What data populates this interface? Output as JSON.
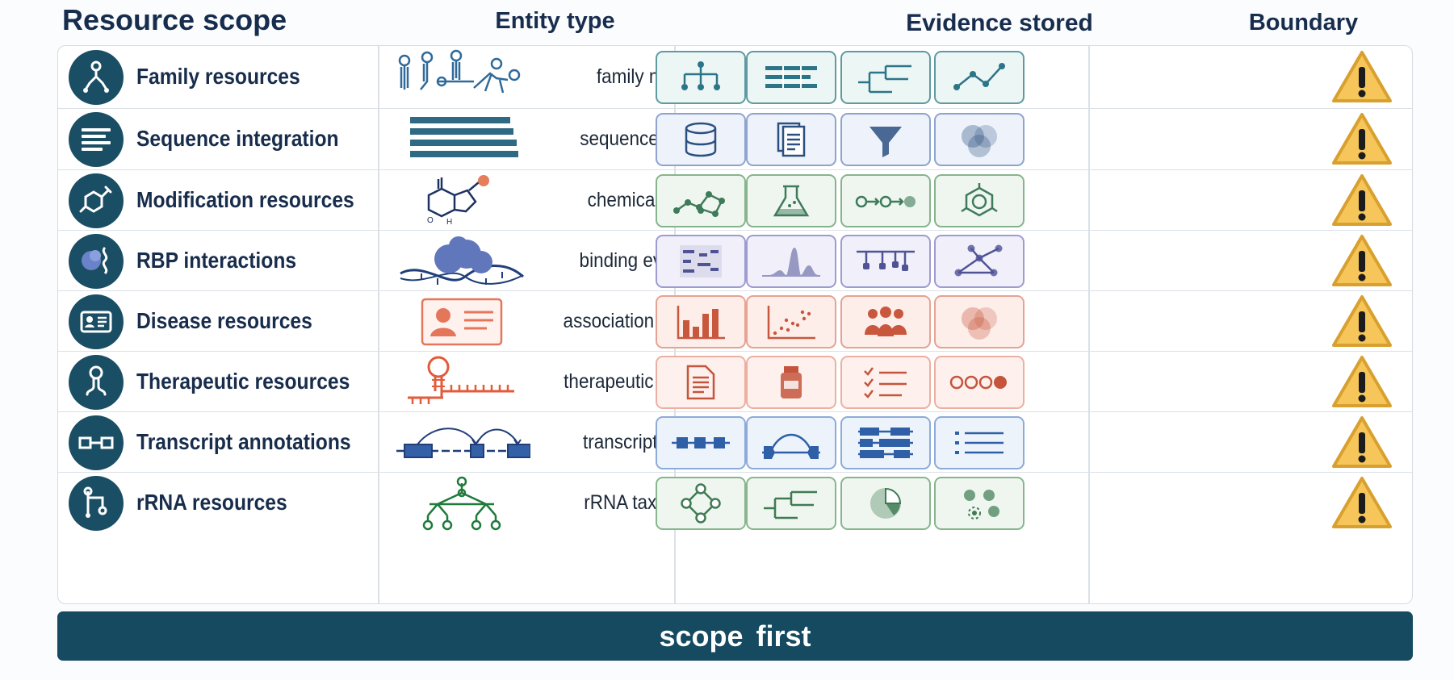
{
  "headers": {
    "resource_scope": "Resource scope",
    "entity_type": "Entity type",
    "evidence_stored": "Evidence stored",
    "boundary": "Boundary"
  },
  "rows": [
    {
      "label": "Family resources",
      "entity": "family model",
      "badge_icon": "rna-hairpin-icon",
      "entity_icon": "rna-secondary-structures-icon",
      "evidence_icons": [
        "hierarchy-tree-icon",
        "aligned-sequences-icon",
        "phylogeny-tree-icon",
        "line-trend-icon"
      ],
      "boundary_icon": "warning-icon"
    },
    {
      "label": "Sequence integration",
      "entity": "sequence record",
      "badge_icon": "list-lines-icon",
      "entity_icon": "stacked-sequences-icon",
      "evidence_icons": [
        "database-icon",
        "documents-icon",
        "filter-funnel-icon",
        "venn-overlap-icon"
      ],
      "boundary_icon": "warning-icon"
    },
    {
      "label": "Modification resources",
      "entity": "chemical entity",
      "badge_icon": "molecule-ring-icon",
      "entity_icon": "chemical-structure-icon",
      "evidence_icons": [
        "molecule-network-icon",
        "flask-icon",
        "reaction-chain-icon",
        "benzene-ring-icon"
      ],
      "boundary_icon": "warning-icon"
    },
    {
      "label": "RBP interactions",
      "entity": "binding evidence",
      "badge_icon": "protein-rna-icon",
      "entity_icon": "protein-on-rna-icon",
      "evidence_icons": [
        "gel-bands-icon",
        "signal-peak-icon",
        "binding-sites-icon",
        "interaction-network-icon"
      ],
      "boundary_icon": "warning-icon"
    },
    {
      "label": "Disease resources",
      "entity": "association evidence",
      "badge_icon": "id-card-icon",
      "entity_icon": "patient-card-icon",
      "evidence_icons": [
        "bar-chart-icon",
        "scatter-plot-icon",
        "population-icon",
        "venn-overlap-icon"
      ],
      "boundary_icon": "warning-icon"
    },
    {
      "label": "Therapeutic resources",
      "entity": "therapeutic molecule",
      "badge_icon": "hairpin-molecule-icon",
      "entity_icon": "rna-drug-icon",
      "evidence_icons": [
        "document-icon",
        "medicine-bottle-icon",
        "checklist-icon",
        "dots-progress-icon"
      ],
      "boundary_icon": "warning-icon"
    },
    {
      "label": "Transcript annotations",
      "entity": "transcript model",
      "badge_icon": "exon-link-icon",
      "entity_icon": "splicing-model-icon",
      "evidence_icons": [
        "exon-track-icon",
        "splice-junction-icon",
        "isoform-stack-icon",
        "feature-list-icon"
      ],
      "boundary_icon": "warning-icon"
    },
    {
      "label": "rRNA resources",
      "entity": "rRNA taxonomy",
      "badge_icon": "branch-icon",
      "entity_icon": "taxonomy-tree-icon",
      "evidence_icons": [
        "cycle-graph-icon",
        "phylogeny-tree-icon",
        "pie-chart-icon",
        "clusters-icon"
      ],
      "boundary_icon": "warning-icon"
    }
  ],
  "banner": "scope  first",
  "colors": {
    "navy": "#1a4e64",
    "heading": "#172d4e",
    "banner": "#154a60",
    "warning_fill": "#f6c65a",
    "warning_stroke": "#d8a02e",
    "themes": {
      "teal": {
        "bg": "#ecf6f4",
        "border": "#5f9aa2",
        "ink": "#2c7488"
      },
      "blue": {
        "bg": "#eef2fa",
        "border": "#8ea4cf",
        "ink": "#2b5080"
      },
      "green": {
        "bg": "#eef6ef",
        "border": "#86b48c",
        "ink": "#3f7b5b"
      },
      "purple": {
        "bg": "#f1f0fa",
        "border": "#9d9bd0",
        "ink": "#4f5396"
      },
      "red": {
        "bg": "#fdeeea",
        "border": "#e6a293",
        "ink": "#c9573d"
      },
      "lightred": {
        "bg": "#fdf0ed",
        "border": "#ecb0a2",
        "ink": "#c4553c"
      },
      "azure": {
        "bg": "#edf3fb",
        "border": "#8dabd9",
        "ink": "#2f5fa6"
      },
      "moss": {
        "bg": "#eff6ef",
        "border": "#87b58e",
        "ink": "#3f7b52"
      }
    }
  }
}
